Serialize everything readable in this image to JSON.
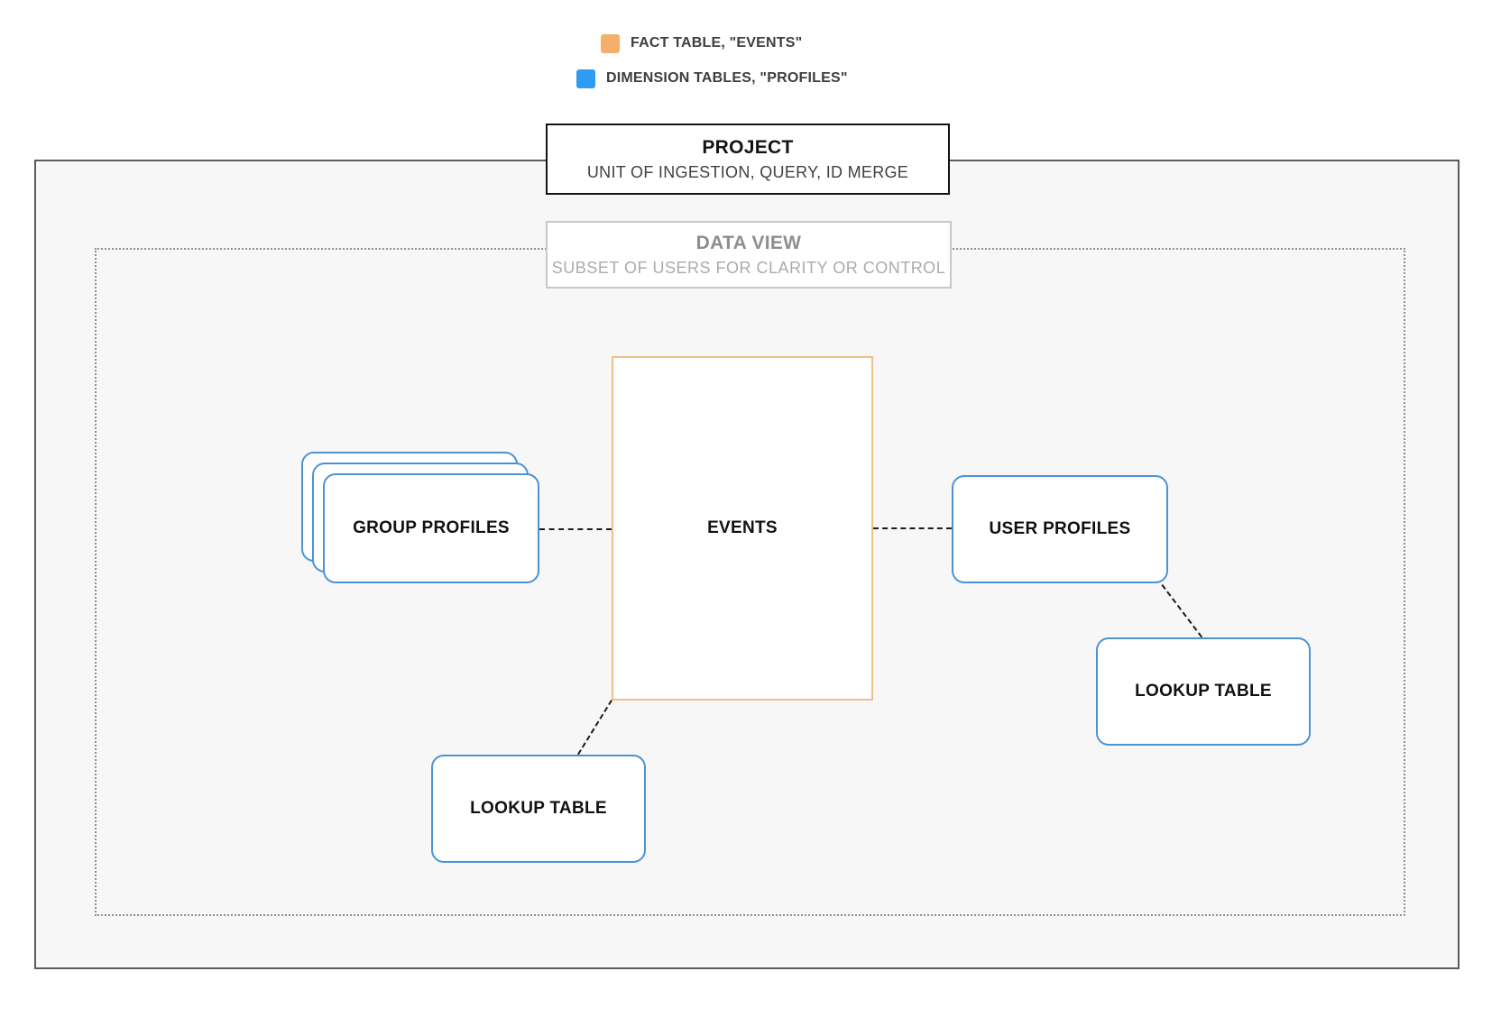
{
  "legend": {
    "items": [
      {
        "name": "fact-table",
        "label": "FACT TABLE, \"EVENTS\"",
        "color": "#f5af69"
      },
      {
        "name": "dimension-tables",
        "label": "DIMENSION TABLES, \"PROFILES\"",
        "color": "#2d9cf2"
      }
    ]
  },
  "project": {
    "title": "PROJECT",
    "subtitle": "UNIT OF INGESTION, QUERY, ID MERGE"
  },
  "data_view": {
    "title": "DATA VIEW",
    "subtitle": "SUBSET OF USERS FOR CLARITY OR CONTROL"
  },
  "nodes": {
    "events": {
      "label": "EVENTS",
      "type": "fact"
    },
    "group_profiles": {
      "label": "GROUP PROFILES",
      "type": "dimension"
    },
    "user_profiles": {
      "label": "USER PROFILES",
      "type": "dimension"
    },
    "lookup_table_bottom": {
      "label": "LOOKUP TABLE",
      "type": "dimension"
    },
    "lookup_table_right": {
      "label": "LOOKUP TABLE",
      "type": "dimension"
    }
  },
  "colors": {
    "fact_border": "#eec088",
    "dimension_border": "#4b93d5",
    "legend_fact_swatch": "#f5af69",
    "legend_dimension_swatch": "#2d9cf2",
    "canvas_background": "#f7f7f8",
    "outer_border": "#5c5c5c",
    "dotted_border": "#909090",
    "connector": "#1c1c1c"
  }
}
